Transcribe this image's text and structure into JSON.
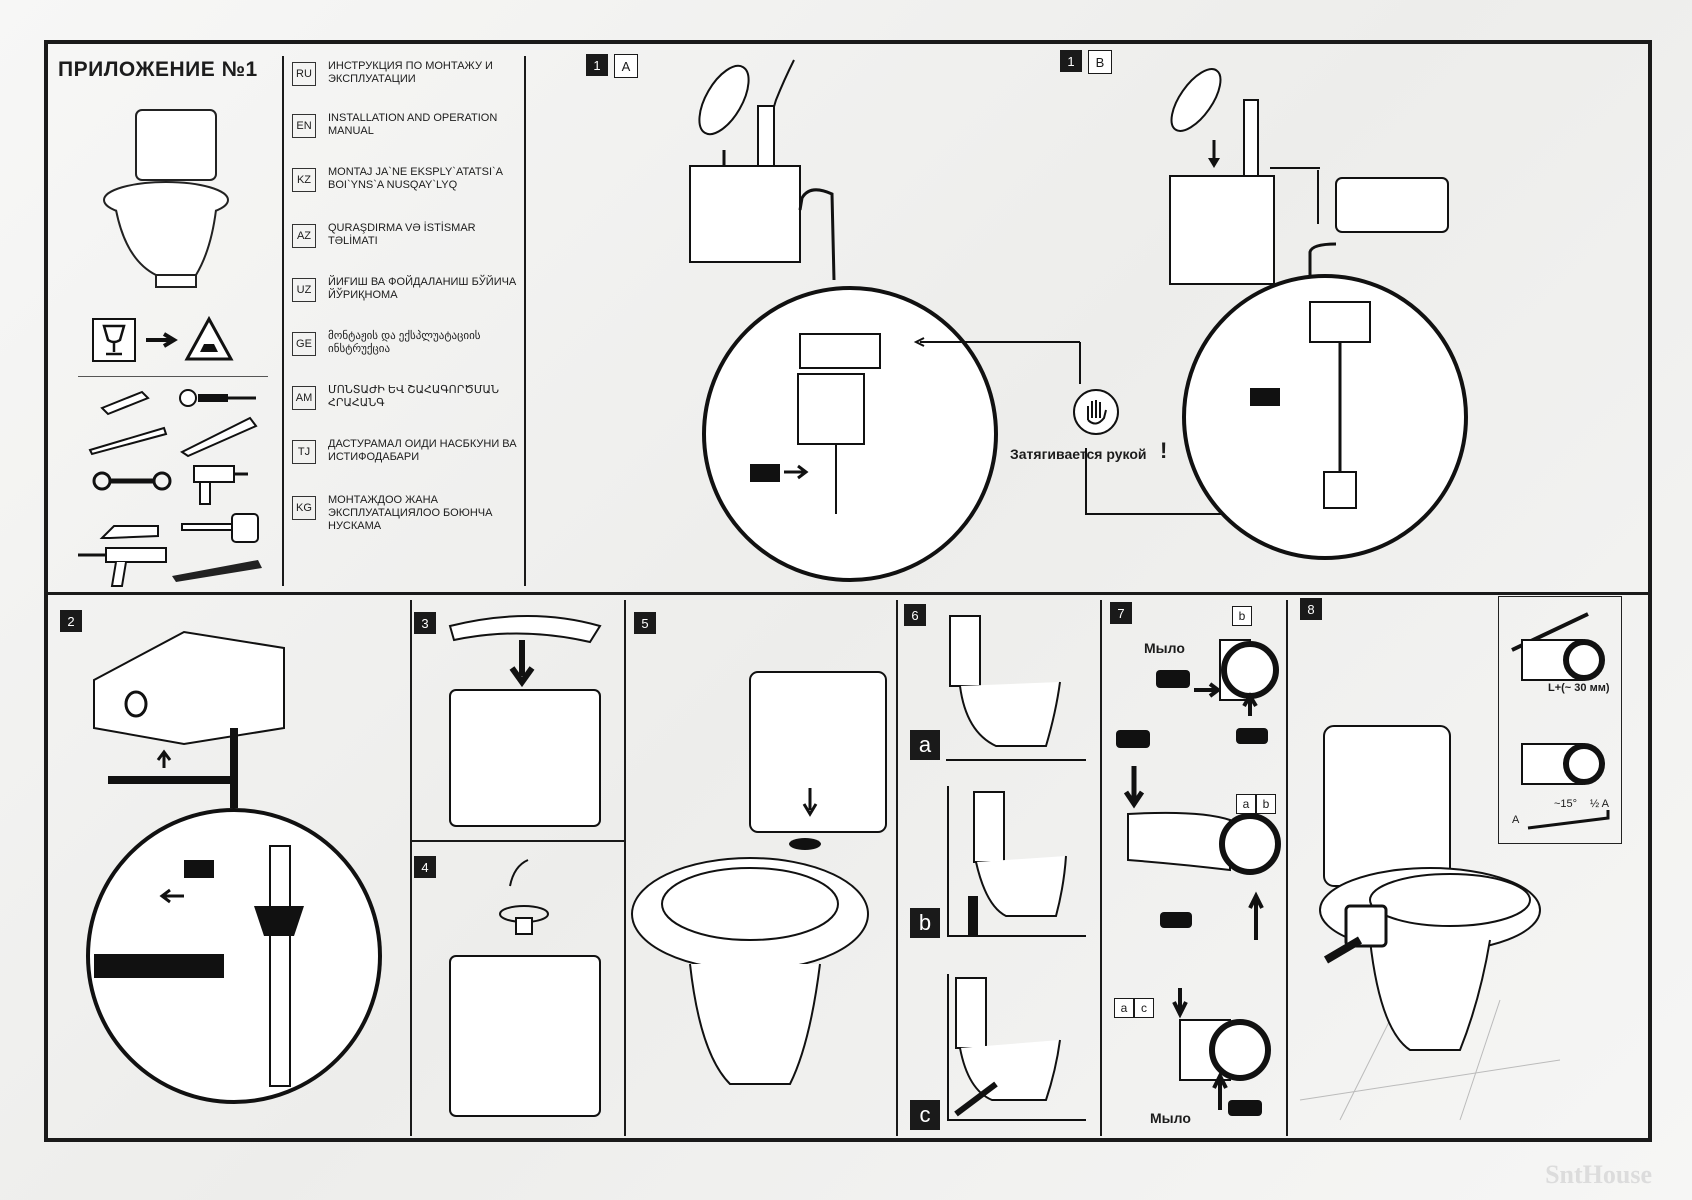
{
  "appendix_title": "ПРИЛОЖЕНИЕ №1",
  "languages": [
    {
      "code": "RU",
      "text": "ИНСТРУКЦИЯ ПО МОНТАЖУ И ЭКСПЛУАТАЦИИ"
    },
    {
      "code": "EN",
      "text": "INSTALLATION AND OPERATION MANUAL"
    },
    {
      "code": "KZ",
      "text": "MONTAJ JA`NE EKSPLY`ATATSI`A BOI`YNS`A NUSQAY`LYQ"
    },
    {
      "code": "AZ",
      "text": "QURAŞDIRMA VƏ İSTİSMAR TƏLİMATI"
    },
    {
      "code": "UZ",
      "text": "ЙИҒИШ ВА ФОЙДАЛАНИШ БЎЙИЧА ЙЎРИҚНОМА"
    },
    {
      "code": "GE",
      "text": "მონტაჟის და ექსპლუატაციის ინსტრუქცია"
    },
    {
      "code": "AM",
      "text": "ՄՈՆՏԱԺԻ ԵՎ ՇԱՀԱԳՈՐԾՄԱՆ ՀՐԱՀԱՆԳ"
    },
    {
      "code": "TJ",
      "text": "ДАСТУРАМАЛ ОИДИ НАСБКУНИ ВА ИСТИФОДАБАРИ"
    },
    {
      "code": "KG",
      "text": "МОНТАЖДОО ЖАНА ЭКСПЛУАТАЦИЯЛОО БОЮНЧА НУСКАМА"
    }
  ],
  "steps": {
    "s1a": {
      "num": "1",
      "letter": "A"
    },
    "s1b": {
      "num": "1",
      "letter": "B"
    },
    "s2": "2",
    "s3": "3",
    "s4": "4",
    "s5": "5",
    "s6": "6",
    "s7": "7",
    "s8": "8"
  },
  "hand_tight_label": "Затягивается рукой",
  "exclamation": "!",
  "step6_labels": [
    "a",
    "b",
    "c"
  ],
  "step7": {
    "soap_label_1": "Мыло",
    "soap_label_2": "Мыло",
    "label_b": "b",
    "label_ab": [
      "a",
      "b"
    ],
    "label_ac": [
      "a",
      "c"
    ]
  },
  "step8": {
    "length_label": "L+(~ 30 мм)",
    "angle_label": "~15°",
    "half_a_label": "½ A",
    "a_label": "A"
  },
  "watermark": "SntHouse"
}
